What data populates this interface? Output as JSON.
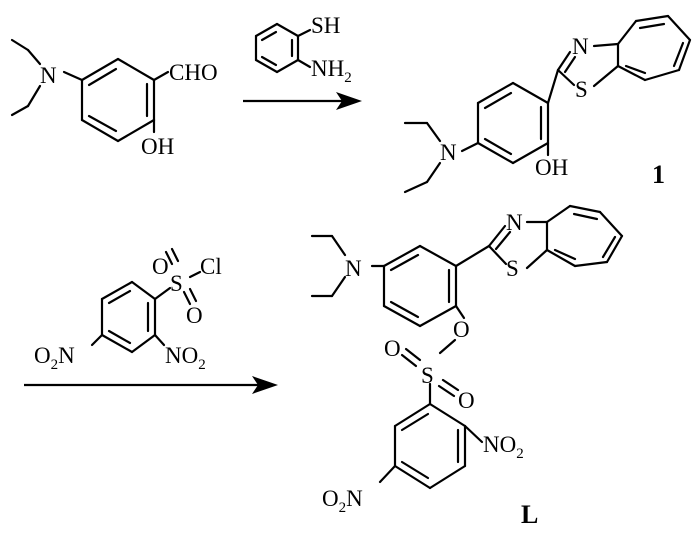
{
  "scheme": {
    "step1": {
      "reagent": {
        "sh": "SH",
        "nh": "NH",
        "nh_sub": "2"
      }
    },
    "starting_aldehyde": {
      "n": "N",
      "cho": "CHO",
      "oh": "OH"
    },
    "product_1": {
      "n_ring": "N",
      "s_ring": "S",
      "n_amine": "N",
      "oh": "OH",
      "label": "1"
    },
    "step2": {
      "reagent": {
        "o_top": "O",
        "s": "S",
        "cl": "Cl",
        "o_bottom": "O",
        "no2_para": {
          "main": "O",
          "sub": "2",
          "tail": "N"
        },
        "no2_ortho": {
          "main": "NO",
          "sub": "2"
        }
      }
    },
    "product_L": {
      "n_amine": "N",
      "n_ring": "N",
      "s_ring": "S",
      "o_link": "O",
      "o_left": "O",
      "s": "S",
      "o_right": "O",
      "no2_ortho": {
        "main": "NO",
        "sub": "2"
      },
      "no2_para": {
        "main": "O",
        "sub": "2",
        "tail": "N"
      },
      "label": "L"
    }
  }
}
